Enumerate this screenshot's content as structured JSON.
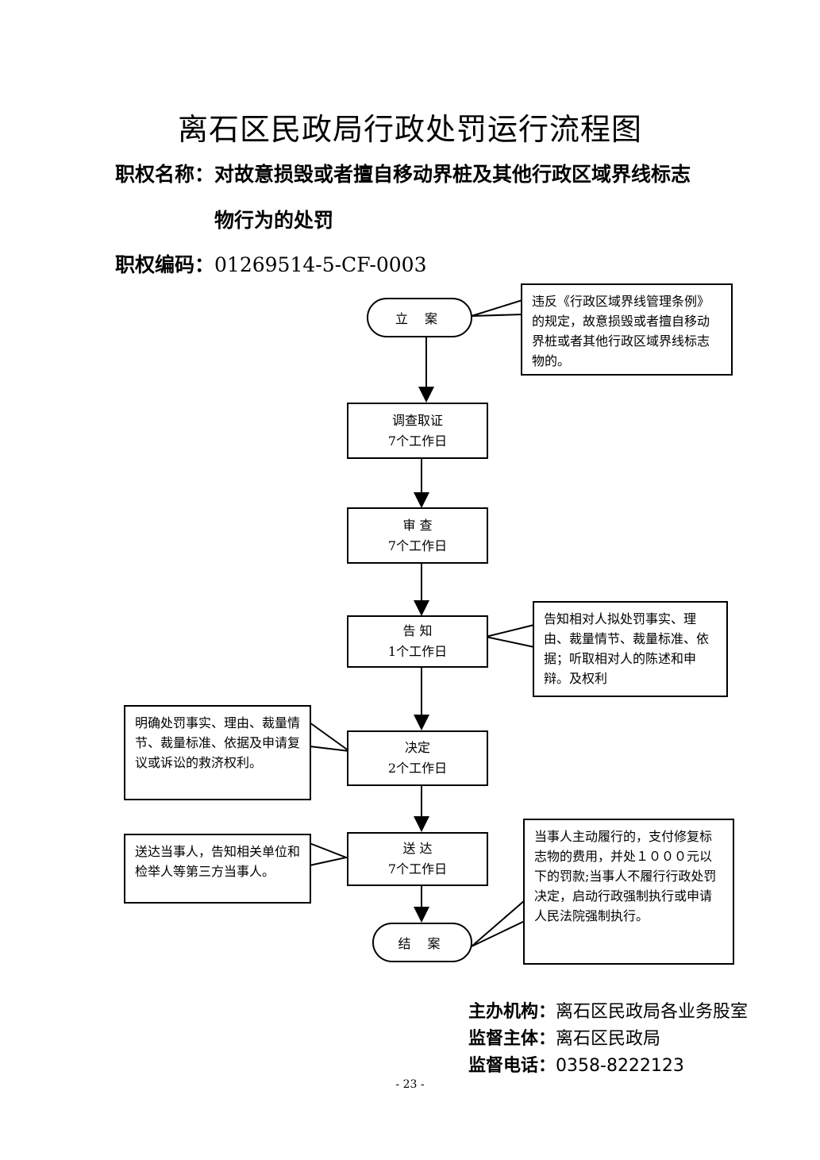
{
  "title": "离石区民政局行政处罚运行流程图",
  "authority": {
    "name_label": "职权名称：",
    "name_line1": "对故意损毁或者擅自移动界桩及其他行政区域界线标志",
    "name_line2": "物行为的处罚",
    "code_label": "职权编码：",
    "code_value": "01269514-5-CF-0003"
  },
  "flow": {
    "start": "立 案",
    "step1": {
      "label": "调查取证",
      "days": "7个工作日"
    },
    "step2": {
      "label": "审 查",
      "days": "7个工作日"
    },
    "step3": {
      "label": "告 知",
      "days": "1个工作日"
    },
    "step4": {
      "label": "决定",
      "days": "2个工作日"
    },
    "step5": {
      "label": "送 达",
      "days": "7个工作日"
    },
    "end": "结 案"
  },
  "notes": {
    "start_note": "违反《行政区域界线管理条例》的规定，故意损毁或者擅自移动界桩或者其他行政区域界线标志物的。",
    "notify_note": "告知相对人拟处罚事实、理由、裁量情节、裁量标准、依据；听取相对人的陈述和申辩。及权利",
    "decision_note": "明确处罚事实、理由、裁量情节、裁量标准、依据及申请复议或诉讼的救济权利。",
    "deliver_note": "送达当事人，告知相关单位和检举人等第三方当事人。",
    "end_note": "当事人主动履行的，支付修复标志物的费用，并处１０００元以下的罚款;当事人不履行行政处罚决定，启动行政强制执行或申请人民法院强制执行。"
  },
  "footer": {
    "org_label": "主办机构：",
    "org_value": "离石区民政局各业务股室",
    "sup_label": "监督主体：",
    "sup_value": "离石区民政局",
    "tel_label": "监督电话：",
    "tel_value": "0358-8222123"
  },
  "page_number": "- 23 -"
}
